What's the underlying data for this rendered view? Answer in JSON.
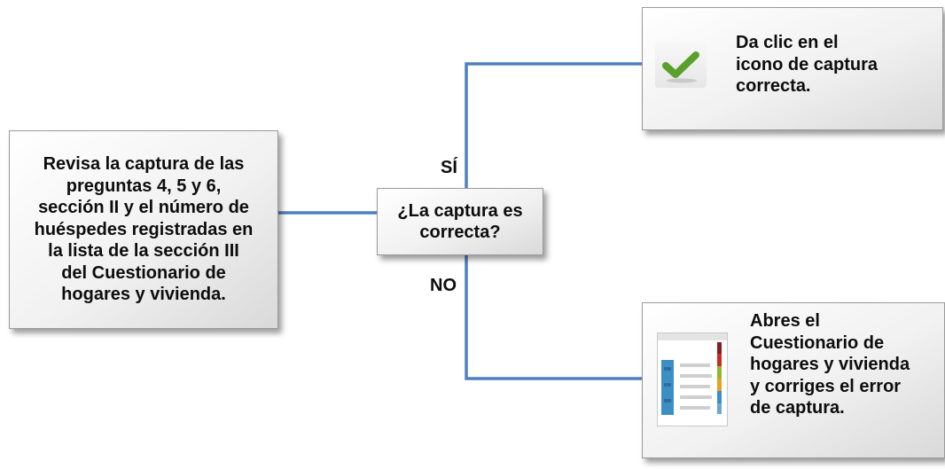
{
  "diagram": {
    "start_box": {
      "text": "Revisa la captura de las\npreguntas 4, 5 y 6,\nsección II  y el número de\nhuéspedes registradas en\nla lista de la sección III\ndel Cuestionario de\nhogares y vivienda."
    },
    "decision": {
      "text": "¿La captura es\ncorrecta?"
    },
    "branch_yes": {
      "label": "SÍ",
      "text": "Da clic en el\n icono de captura\ncorrecta.",
      "icon": "checkmark-icon"
    },
    "branch_no": {
      "label": "NO",
      "text": "Abres el\nCuestionario de\nhogares y vivienda\n y corriges el error\nde captura.",
      "icon": "questionnaire-form-icon"
    },
    "colors": {
      "connector": "#4f81bd",
      "check_green": "#5aa02c",
      "box_border": "#9a9a9a"
    }
  }
}
